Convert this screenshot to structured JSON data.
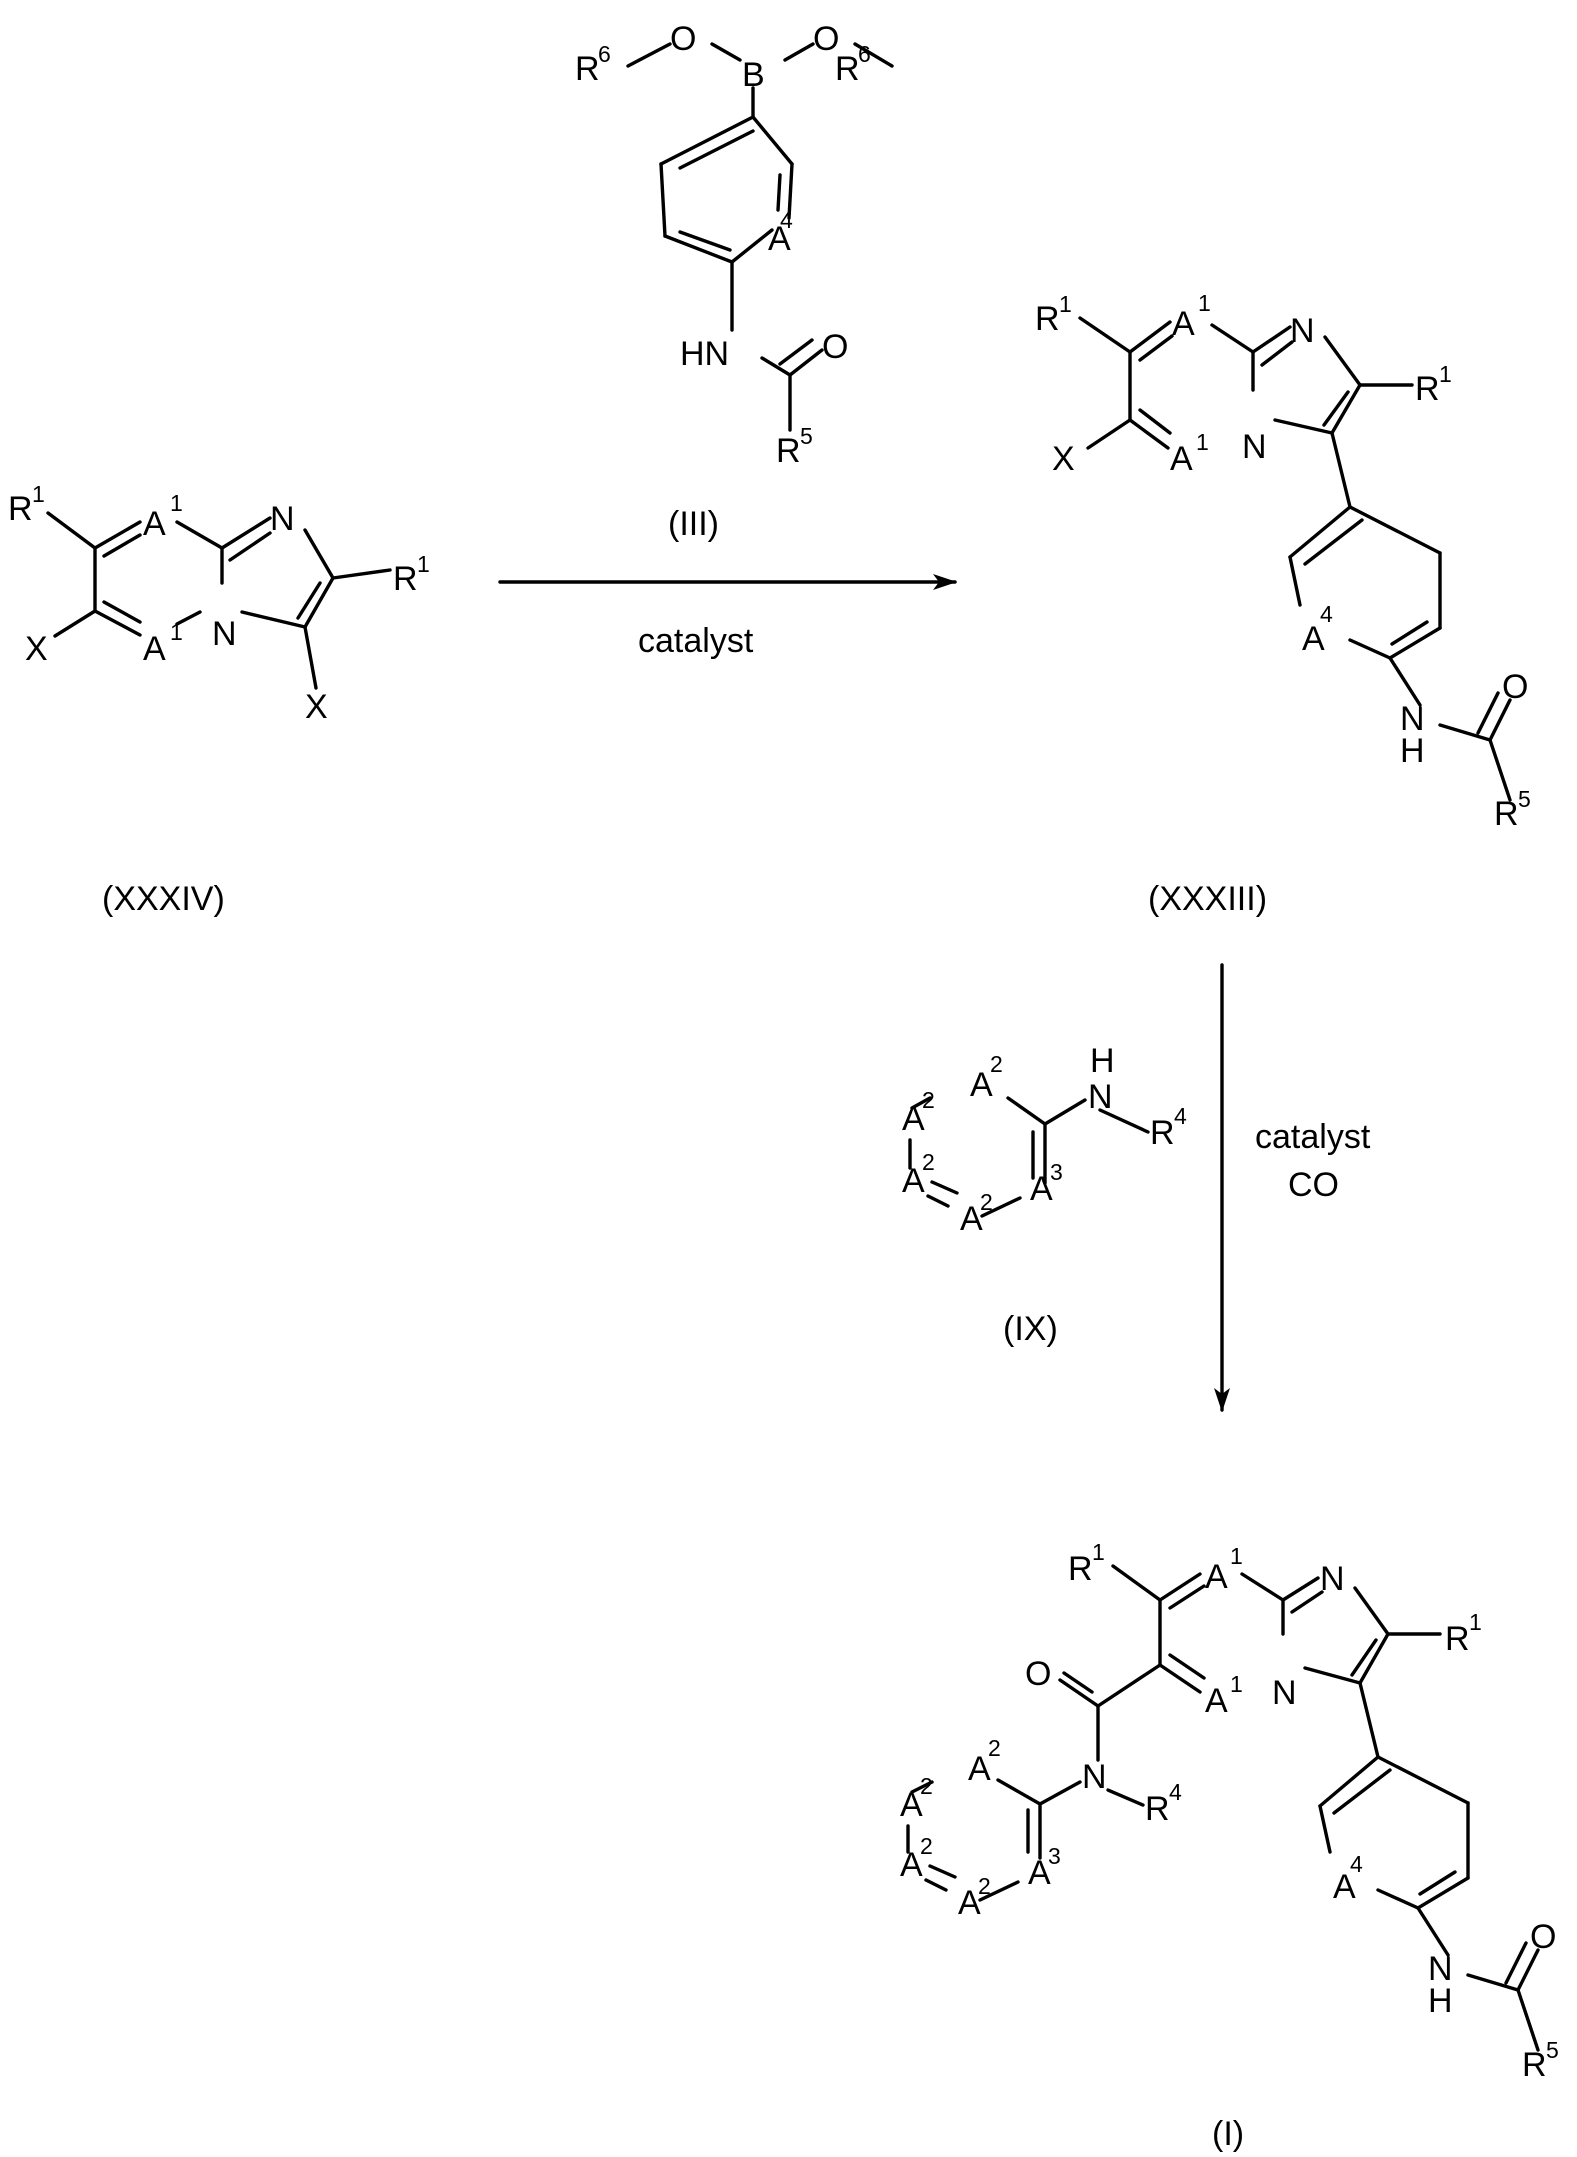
{
  "compounds": {
    "XXXIV": {
      "label": "(XXXIV)"
    },
    "III": {
      "label": "(III)"
    },
    "XXXIII": {
      "label": "(XXXIII)"
    },
    "IX": {
      "label": "(IX)"
    },
    "I": {
      "label": "(I)"
    }
  },
  "reactions": [
    {
      "from": "XXXIV",
      "to": "XXXIII",
      "reagent": "III",
      "conditions": [
        "catalyst"
      ]
    },
    {
      "from": "XXXIII",
      "to": "I",
      "reagent": "IX",
      "conditions": [
        "catalyst",
        "CO"
      ]
    }
  ],
  "atoms": {
    "R": "R",
    "A": "A",
    "X": "X",
    "N": "N",
    "O": "O",
    "B": "B",
    "H": "H",
    "HN": "HN"
  },
  "substituents": {
    "r1": "1",
    "a1": "1",
    "a2": "2",
    "a3": "3",
    "a4": "4",
    "r4": "4",
    "r5": "5",
    "r6": "6"
  },
  "colors": {
    "ink": "#000000",
    "background": "#ffffff"
  }
}
